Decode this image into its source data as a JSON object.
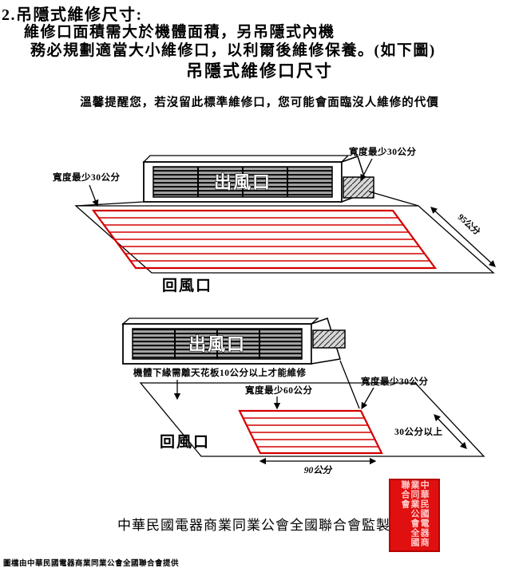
{
  "header": {
    "title": "2.吊隱式維修尺寸:",
    "line1": "維修口面積需大於機體面積，另吊隱式內機",
    "line2": "務必規劃適當大小維修口，以利爾後維修保養。(如下圖)",
    "subtitle": "吊隱式維修口尺寸",
    "reminder": "溫馨提醒您，若沒留此標準維修口，您可能會面臨沒人維修的代價"
  },
  "diagram_top": {
    "label_width_left": "寬度最少30公分",
    "label_width_right": "寬度最少30公分",
    "label_outlet": "出風口",
    "label_depth": "95公分",
    "label_return": "回風口"
  },
  "diagram_bottom": {
    "label_outlet": "出風口",
    "label_clearance": "機體下緣需離天花板10公分以上才能維修",
    "label_width_60": "寬度最少60公分",
    "label_width_30": "寬度最少30公分",
    "label_min_30": "30公分以上",
    "label_return": "回風口",
    "label_depth": "90公分"
  },
  "footer": {
    "supervised_by": "中華民國電器商業同業公會全國聯合會監製",
    "source_note": "圖檔由中華民國電器商業同業公會全國聯合會提供",
    "seal_text": "中華民國電器商業同業公會全國聯合會"
  },
  "colors": {
    "annotation_red": "#d40000",
    "seal_red": "#e01010"
  }
}
